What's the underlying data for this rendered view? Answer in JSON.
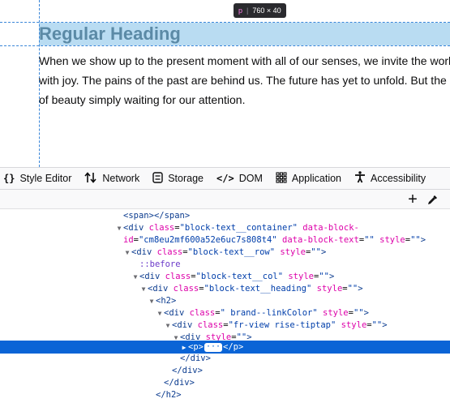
{
  "page": {
    "heading": "Regular Heading",
    "paragraph_lines": [
      "When we show up to the present moment with all of our senses, we invite the world to fill us",
      "with joy. The pains of the past are behind us. The future has yet to unfold. But the now is full",
      "of beauty simply waiting for our attention."
    ]
  },
  "tooltip": {
    "tag": "p",
    "separator": "|",
    "size": "760 × 40"
  },
  "tabs": [
    {
      "label": "Style Editor",
      "icon": "braces-icon"
    },
    {
      "label": "Network",
      "icon": "network-arrows-icon"
    },
    {
      "label": "Storage",
      "icon": "storage-icon"
    },
    {
      "label": "DOM",
      "icon": "code-brackets-icon"
    },
    {
      "label": "Application",
      "icon": "grid-icon"
    },
    {
      "label": "Accessibility",
      "icon": "accessibility-person-icon"
    }
  ],
  "toolbar": {
    "add_node": "+",
    "picker": "eyedropper-icon"
  },
  "tree": {
    "r0": {
      "open": "<span>",
      "close": "</span>"
    },
    "r1": {
      "tag_open": "<div",
      "a1": "class",
      "v1": "\"block-text__container\"",
      "a2": "data-block-"
    },
    "r2": {
      "a2b": "id",
      "v2": "\"cm8eu2mf600a52e6uc7s808t4\"",
      "a3": "data-block-text",
      "v3": "\"\"",
      "a4": "style",
      "v4": "\"\"",
      "end": ">"
    },
    "r3": {
      "tag_open": "<div",
      "a1": "class",
      "v1": "\"block-text__row\"",
      "a2": "style",
      "v2": "\"\"",
      "end": ">"
    },
    "r4": {
      "pseudo": "::before"
    },
    "r5": {
      "tag_open": "<div",
      "a1": "class",
      "v1": "\"block-text__col\"",
      "a2": "style",
      "v2": "\"\"",
      "end": ">"
    },
    "r6": {
      "tag_open": "<div",
      "a1": "class",
      "v1": "\"block-text__heading\"",
      "a2": "style",
      "v2": "\"\"",
      "end": ">"
    },
    "r7": {
      "tag": "<h2>"
    },
    "r8": {
      "tag_open": "<div",
      "a1": "class",
      "v1": "\" brand--linkColor\"",
      "a2": "style",
      "v2": "\"\"",
      "end": ">"
    },
    "r9": {
      "tag_open": "<div",
      "a1": "class",
      "v1": "\"fr-view rise-tiptap\"",
      "a2": "style",
      "v2": "\"\"",
      "end": ">"
    },
    "r10": {
      "tag_open": "<div",
      "a1": "style",
      "v1": "\"\"",
      "end": ">"
    },
    "r11": {
      "open": "<p>",
      "ellipsis": "···",
      "close": "</p>"
    },
    "r12": {
      "tag": "</div>"
    },
    "r13": {
      "tag": "</div>"
    },
    "r14": {
      "tag": "</div>"
    },
    "r15": {
      "tag": "</h2>"
    }
  },
  "colors": {
    "selection": "#0a64d6",
    "highlight": "#b9dcf2",
    "guide": "#3a86d8"
  }
}
